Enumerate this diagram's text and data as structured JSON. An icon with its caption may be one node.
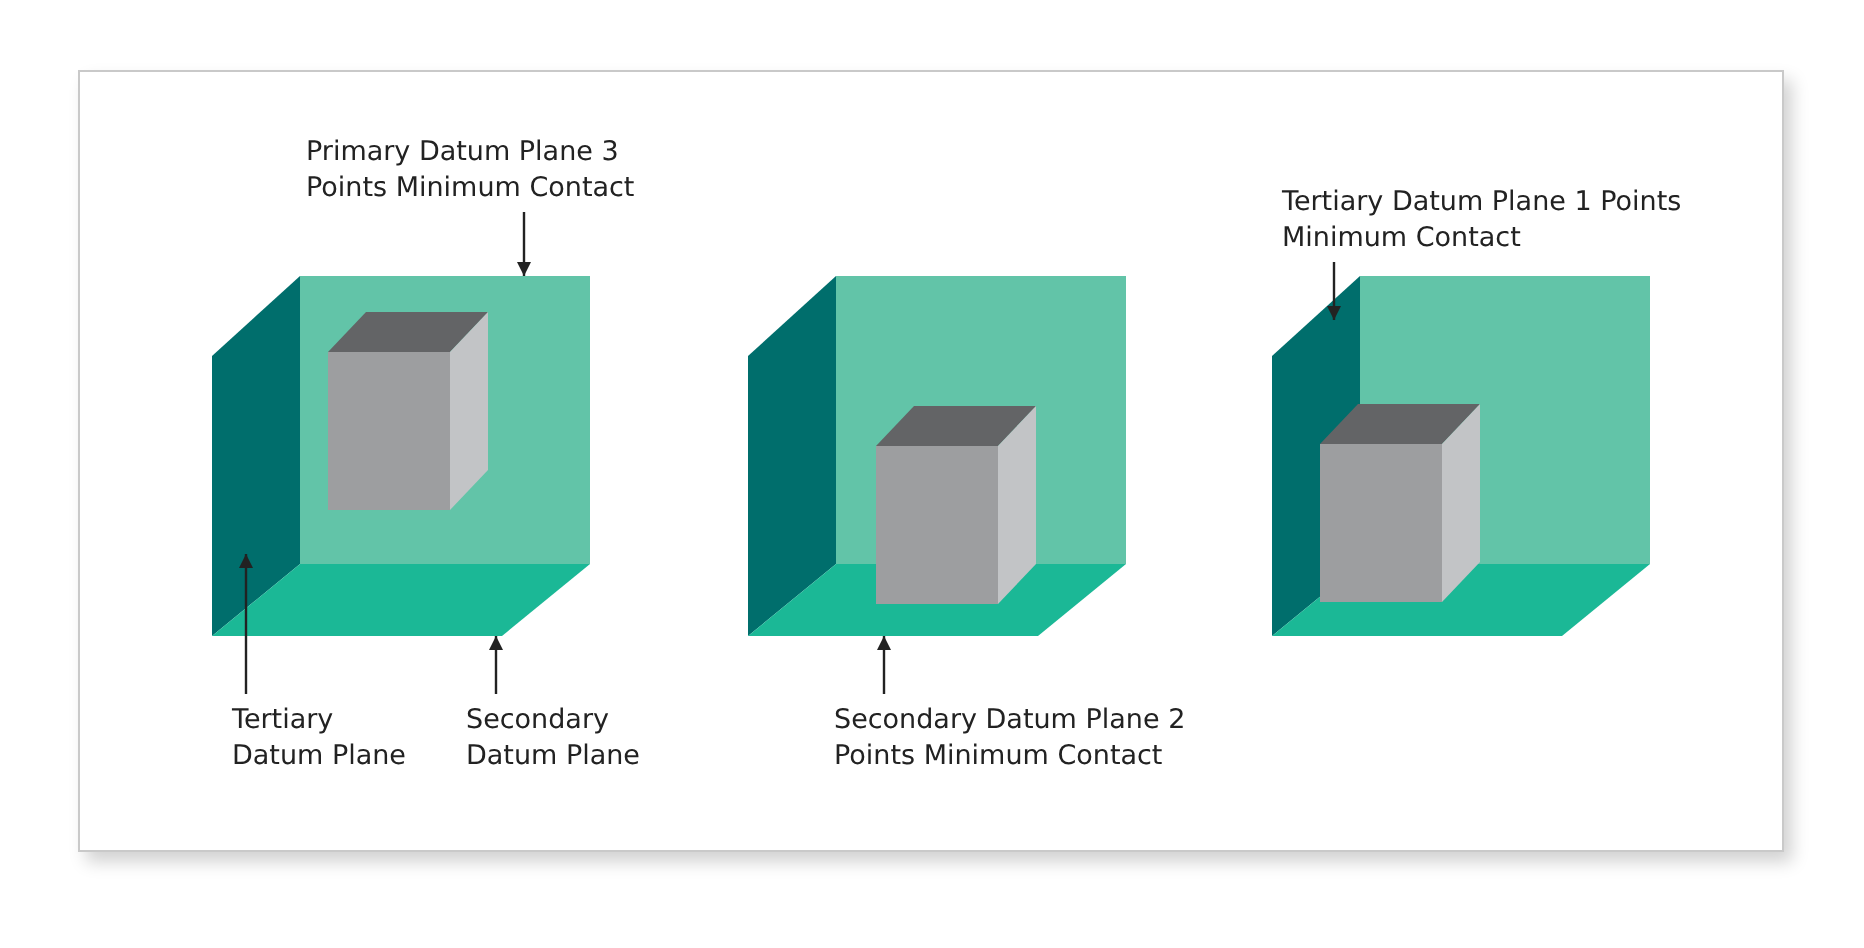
{
  "diagram": {
    "nodes": [
      {
        "text": [
          "Primary Datum Plane 3 Points Minimum Contact"
        ]
      },
      {
        "text": [],
        "shape": "square"
      },
      {
        "text": [],
        "shape": "parallelogram"
      },
      {
        "text": [],
        "shape": "parallelogram"
      },
      {
        "text": [
          "Tertiary Datum Plane"
        ]
      },
      {
        "text": [
          "Secondary Datum Plane"
        ]
      },
      {
        "text": [],
        "shape": "square"
      },
      {
        "text": [],
        "shape": "parallelogram"
      },
      {
        "text": [],
        "shape": "parallelogram"
      },
      {
        "text": [
          "Secondary Datum Plane 2 Points Minimum Contact"
        ]
      },
      {
        "text": [
          "Tertiary Datum Plane 1 Points Minimum Contact"
        ]
      },
      {
        "text": [],
        "shape": "square"
      },
      {
        "text": [],
        "shape": "parallelogram"
      },
      {
        "text": [],
        "shape": "parallelogram"
      }
    ],
    "edges": [
      {
        "from": 0,
        "to": 1,
        "arrow": "to"
      },
      {
        "from": 4,
        "to": 2,
        "arrow": "to"
      },
      {
        "from": 5,
        "to": 3,
        "arrow": "to"
      },
      {
        "from": 9,
        "to": 8,
        "arrow": "to"
      },
      {
        "from": 10,
        "to": 12,
        "arrow": "to"
      }
    ]
  }
}
